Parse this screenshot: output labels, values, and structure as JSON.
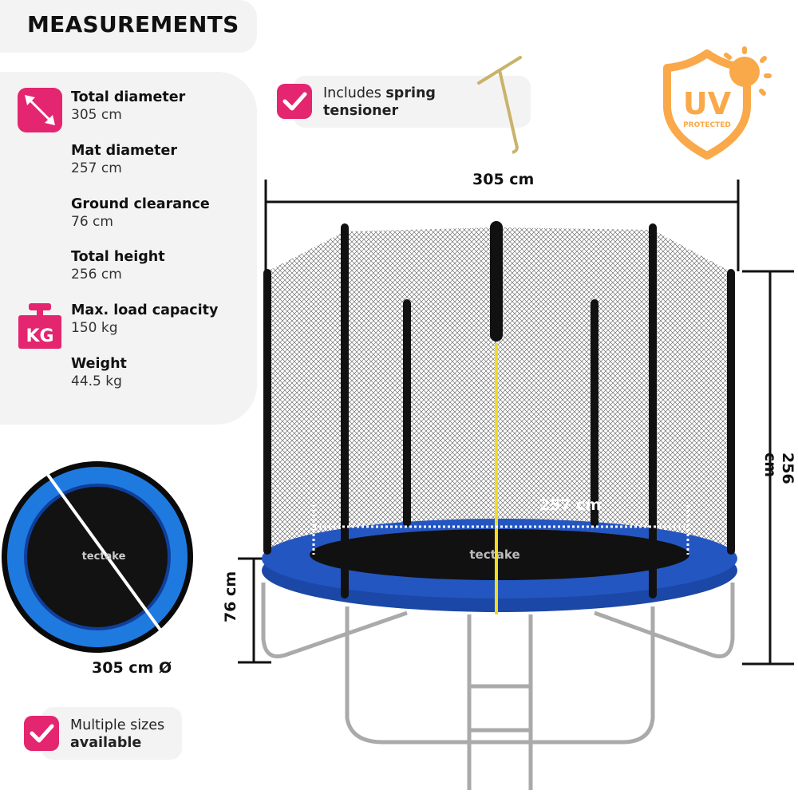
{
  "header": {
    "title": "MEASUREMENTS"
  },
  "specs": [
    {
      "label": "Total diameter",
      "value": "305 cm",
      "icon": "diagonal-arrow-icon"
    },
    {
      "label": "Mat diameter",
      "value": "257 cm"
    },
    {
      "label": "Ground clearance",
      "value": "76 cm"
    },
    {
      "label": "Total height",
      "value": "256 cm"
    },
    {
      "label": "Max. load capacity",
      "value": "150 kg",
      "icon": "kg-weight-icon",
      "icon_text": "KG"
    },
    {
      "label": "Weight",
      "value": "44.5 kg"
    }
  ],
  "features": {
    "spring": {
      "prefix": "Includes ",
      "bold": "spring",
      "line2": "tensioner"
    },
    "sizes": {
      "line1": "Multiple sizes",
      "bold": "available"
    }
  },
  "uv_badge": {
    "big": "UV",
    "small": "PROTECTED"
  },
  "dimensions": {
    "width": "305 cm",
    "height": "256 cm",
    "clearance": "76 cm",
    "mat": "257 cm",
    "mat_diameter": "305 cm Ø"
  },
  "brand": "tectake",
  "colors": {
    "accent": "#e4256f",
    "uv": "#f9a94a",
    "pad": "#1d4fb5",
    "panel": "#f3f3f3"
  }
}
